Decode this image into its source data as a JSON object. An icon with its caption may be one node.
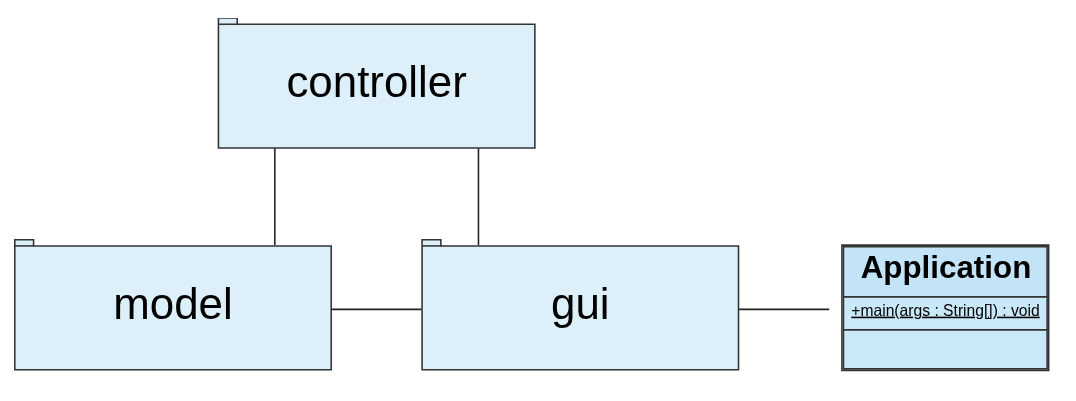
{
  "diagram": {
    "nodes": [
      {
        "text": [
          "controller"
        ]
      },
      {
        "text": [
          "model"
        ]
      },
      {
        "text": [
          "gui"
        ]
      },
      {
        "text": [
          "Application",
          "+main(args : String[]) : void"
        ]
      }
    ],
    "edges": [
      {
        "from": 0,
        "to": 1,
        "arrow": "none"
      },
      {
        "from": 0,
        "to": 2,
        "arrow": "none"
      },
      {
        "from": 1,
        "to": 2,
        "arrow": "none"
      },
      {
        "from": 2,
        "to": 3,
        "arrow": "none"
      }
    ]
  }
}
